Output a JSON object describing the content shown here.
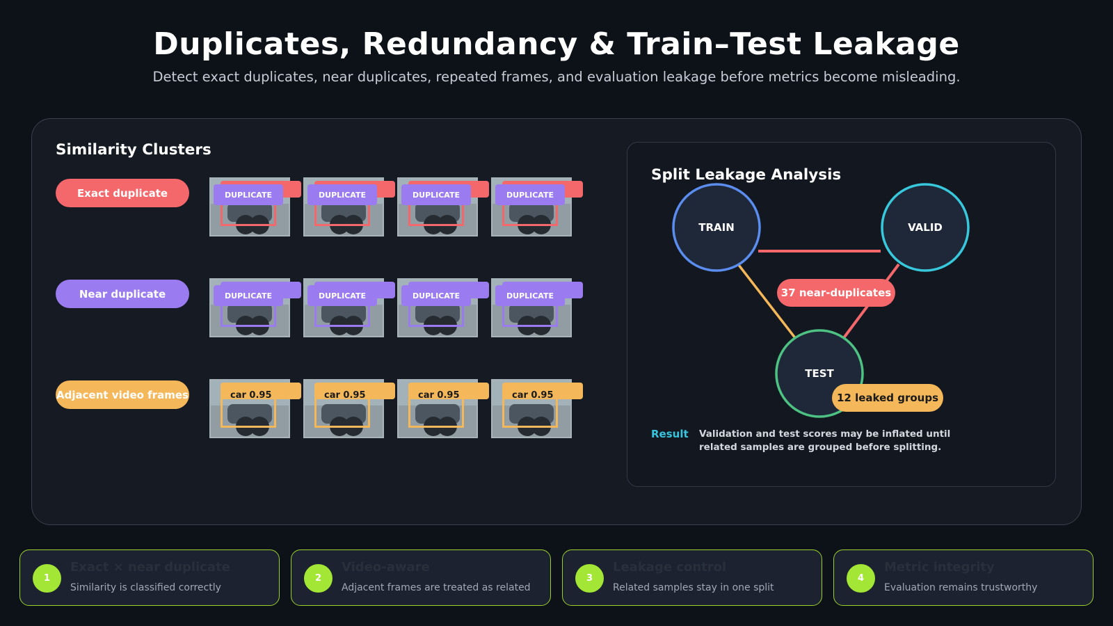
{
  "header": {
    "title": "Duplicates, Redundancy & Train–Test Leakage",
    "subtitle": "Detect exact duplicates, near duplicates, repeated frames, and evaluation leakage before metrics become misleading."
  },
  "clusters": {
    "title": "Similarity Clusters",
    "rows": [
      {
        "label": "Exact duplicate",
        "color": "#f4676b",
        "tag": "DUPLICATE",
        "count": 4
      },
      {
        "label": "Near duplicate",
        "color": "#9b7cf0",
        "tag": "DUPLICATE",
        "count": 4
      },
      {
        "label": "Adjacent video frames",
        "color": "#f4b85a",
        "tag": "car 0.95",
        "count": 4
      }
    ]
  },
  "leakage": {
    "title": "Split Leakage Analysis",
    "nodes": {
      "train": "TRAIN",
      "valid": "VALID",
      "test": "TEST"
    },
    "colors": {
      "train": "#5b8def",
      "valid": "#38c8dc",
      "test": "#4dc283",
      "link_red": "#f4676b",
      "link_amber": "#f4b85a"
    },
    "near_dup_badge": "37 near-duplicates",
    "leaked_badge": "12 leaked groups",
    "result_label": "Result",
    "result_text": "Validation and test scores may be inflated until related samples are grouped before splitting."
  },
  "steps": [
    {
      "num": "1",
      "title": "Exact × near duplicate",
      "desc": "Similarity is classified correctly"
    },
    {
      "num": "2",
      "title": "Video-aware",
      "desc": "Adjacent frames are treated as related"
    },
    {
      "num": "3",
      "title": "Leakage control",
      "desc": "Related samples stay in one split"
    },
    {
      "num": "4",
      "title": "Metric integrity",
      "desc": "Evaluation remains trustworthy"
    }
  ]
}
